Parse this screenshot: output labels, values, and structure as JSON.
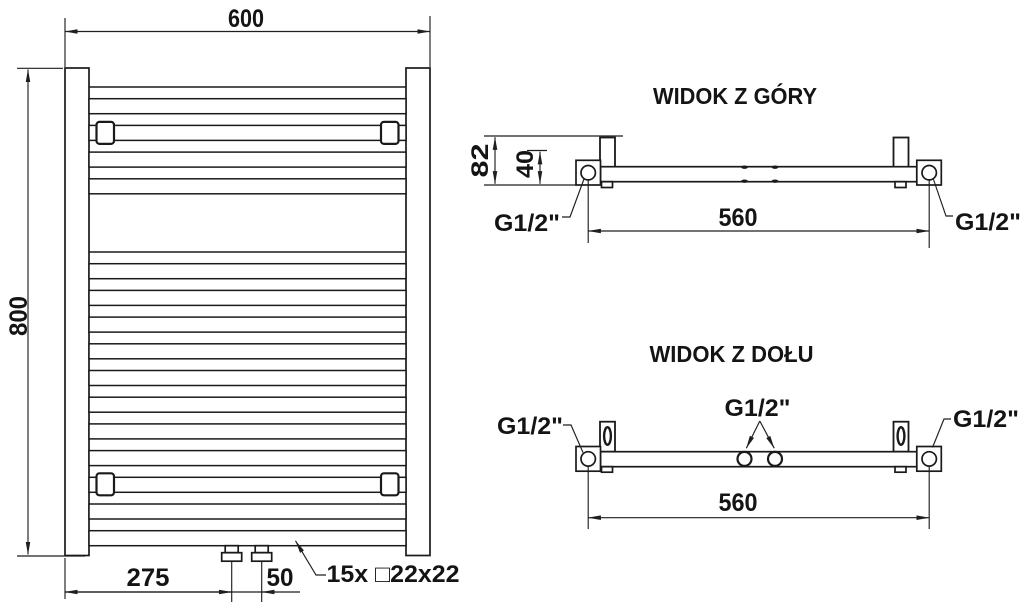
{
  "front_view": {
    "dim_width": "600",
    "dim_height": "800",
    "dim_valve_offset": "275",
    "dim_valve_spacing": "50",
    "tube_note": "15x □22x22"
  },
  "top_view": {
    "title": "WIDOK Z GÓRY",
    "dim_depth": "82",
    "dim_block": "40",
    "dim_axis": "560",
    "port_left": "G1/2\"",
    "port_right": "G1/2\""
  },
  "bottom_view": {
    "title": "WIDOK Z DOŁU",
    "dim_axis": "560",
    "port_left": "G1/2\"",
    "port_center": "G1/2\"",
    "port_right": "G1/2\""
  },
  "colors": {
    "line": "#1a1a1a",
    "background": "#ffffff"
  }
}
